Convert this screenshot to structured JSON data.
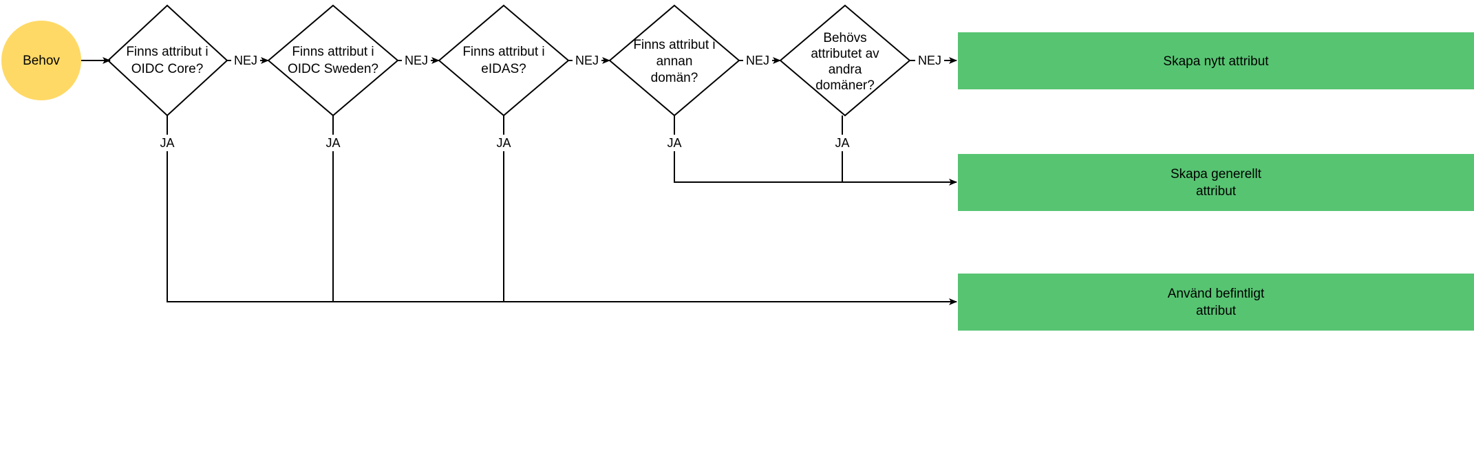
{
  "diagram": {
    "type": "flowchart",
    "language": "sv",
    "background_color": "#ffffff",
    "line_color": "#000000",
    "start": {
      "label": "Behov",
      "shape": "ellipse",
      "fill_color": "#FFD966"
    },
    "decisions": [
      {
        "id": "oidc-core",
        "lines": [
          "Finns attribut i",
          "OIDC Core?"
        ],
        "shape": "diamond",
        "fill_color": "#ffffff",
        "yes_label": "JA",
        "no_label": "NEJ",
        "yes_target": "anvand-befintligt-attribut",
        "no_target": "oidc-sweden"
      },
      {
        "id": "oidc-sweden",
        "lines": [
          "Finns attribut i",
          "OIDC Sweden?"
        ],
        "shape": "diamond",
        "fill_color": "#ffffff",
        "yes_label": "JA",
        "no_label": "NEJ",
        "yes_target": "anvand-befintligt-attribut",
        "no_target": "eidas"
      },
      {
        "id": "eidas",
        "lines": [
          "Finns attribut i",
          "eIDAS?"
        ],
        "shape": "diamond",
        "fill_color": "#ffffff",
        "yes_label": "JA",
        "no_label": "NEJ",
        "yes_target": "anvand-befintligt-attribut",
        "no_target": "annan-doman"
      },
      {
        "id": "annan-doman",
        "lines": [
          "Finns attribut i",
          "annan",
          "domän?"
        ],
        "shape": "diamond",
        "fill_color": "#ffffff",
        "yes_label": "JA",
        "no_label": "NEJ",
        "yes_target": "skapa-generellt-attribut",
        "no_target": "behovs-andra-domaner"
      },
      {
        "id": "behovs-andra-domaner",
        "lines": [
          "Behövs",
          "attributet av",
          "andra",
          "domäner?"
        ],
        "shape": "diamond",
        "fill_color": "#ffffff",
        "yes_label": "JA",
        "no_label": "NEJ",
        "yes_target": "skapa-generellt-attribut",
        "no_target": "skapa-nytt-attribut"
      }
    ],
    "terminals": [
      {
        "id": "skapa-nytt-attribut",
        "lines": [
          "Skapa nytt attribut"
        ],
        "shape": "rectangle",
        "fill_color": "#57C472"
      },
      {
        "id": "skapa-generellt-attribut",
        "lines": [
          "Skapa generellt",
          "attribut"
        ],
        "shape": "rectangle",
        "fill_color": "#57C472"
      },
      {
        "id": "anvand-befintligt-attribut",
        "lines": [
          "Använd befintligt",
          "attribut"
        ],
        "shape": "rectangle",
        "fill_color": "#57C472"
      }
    ],
    "edge_labels": {
      "no": "NEJ",
      "yes": "JA"
    }
  }
}
